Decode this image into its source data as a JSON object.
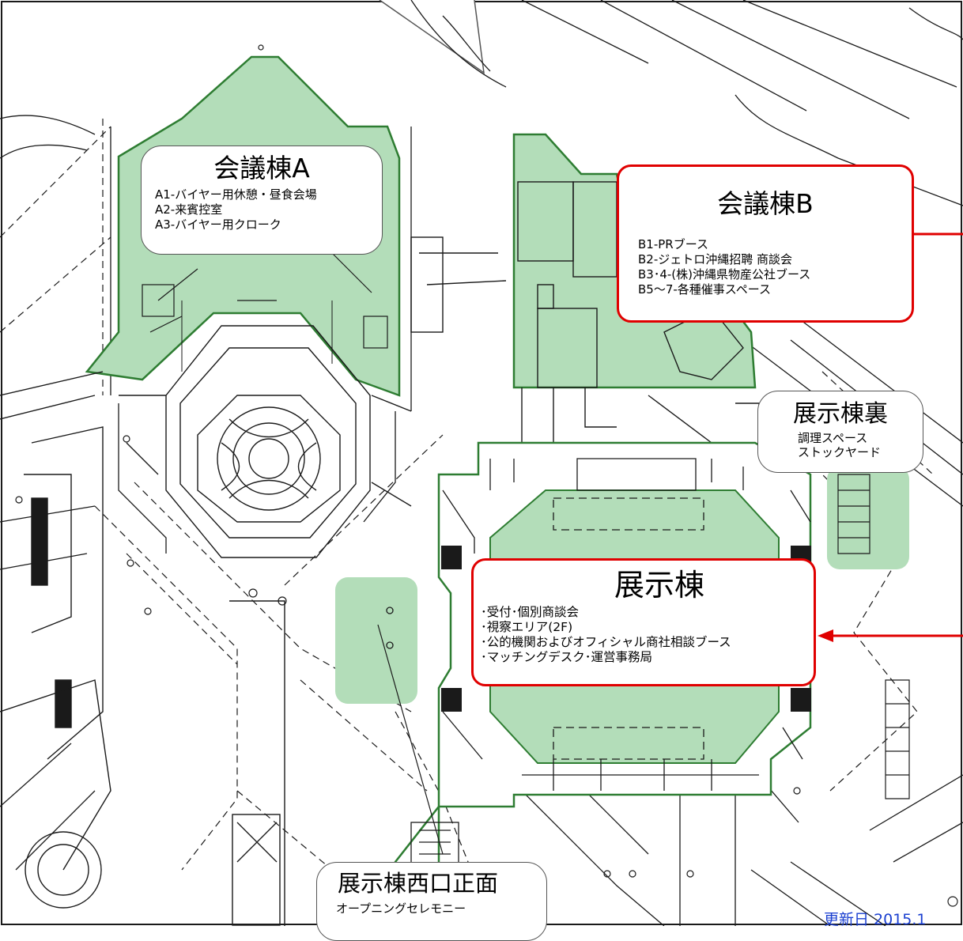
{
  "colors": {
    "building_fill": "#b3ddb9",
    "building_stroke": "#2e7d32",
    "line": "#1a1a1a",
    "highlight": "#e00000",
    "update_text": "#1a3fd0"
  },
  "buildings": {
    "a": {
      "title": "会議棟A",
      "items": [
        "A1-バイヤー用休憩・昼食会場",
        "A2-来賓控室",
        "A3-バイヤー用クローク"
      ]
    },
    "b": {
      "title": "会議棟B",
      "items": [
        "B1-PRブース",
        "B2-ジェトロ沖縄招聘 商談会",
        "B3･4-(株)沖縄県物産公社ブース",
        "B5～7-各種催事スペース"
      ]
    },
    "exhibition": {
      "title": "展示棟",
      "items": [
        "･受付･個別商談会",
        "･視察エリア(2F)",
        "･公的機関およびオフィシャル商社相談ブース",
        "･マッチングデスク･運営事務局"
      ]
    },
    "exhibition_back": {
      "title": "展示棟裏",
      "items": [
        "調理スペース",
        "ストックヤード"
      ]
    },
    "west_entrance": {
      "title": "展示棟西口正面",
      "items": [
        "オープニングセレモニー"
      ]
    }
  },
  "update_label": "更新日 2015.1"
}
